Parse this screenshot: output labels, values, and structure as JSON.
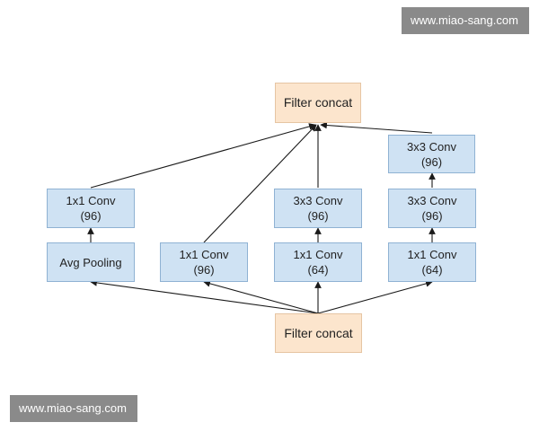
{
  "diagram": {
    "top_concat": {
      "label": "Filter concat"
    },
    "bottom_concat": {
      "label": "Filter concat"
    },
    "branch1": {
      "pool": {
        "label": "Avg Pooling"
      },
      "conv": {
        "line1": "1x1 Conv",
        "line2": "(96)"
      }
    },
    "branch2": {
      "conv": {
        "line1": "1x1 Conv",
        "line2": "(96)"
      }
    },
    "branch3": {
      "conv1": {
        "line1": "1x1 Conv",
        "line2": "(64)"
      },
      "conv2": {
        "line1": "3x3 Conv",
        "line2": "(96)"
      }
    },
    "branch4": {
      "conv1": {
        "line1": "1x1 Conv",
        "line2": "(64)"
      },
      "conv2": {
        "line1": "3x3 Conv",
        "line2": "(96)"
      },
      "conv3": {
        "line1": "3x3 Conv",
        "line2": "(96)"
      }
    },
    "colors": {
      "conv_fill": "#cfe2f3",
      "concat_fill": "#fce5cd",
      "edge": "#1a1a1a"
    }
  },
  "watermarks": {
    "top_right": "www.miao-sang.com",
    "bottom_left": "www.miao-sang.com"
  }
}
